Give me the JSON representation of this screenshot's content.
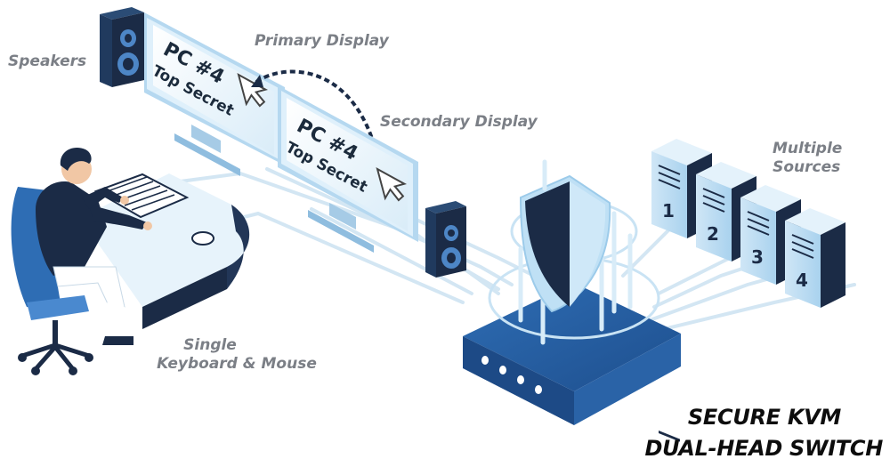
{
  "labels": {
    "speakers": "Speakers",
    "primary_display": "Primary Display",
    "secondary_display": "Secondary Display",
    "multiple_sources_line1": "Multiple",
    "multiple_sources_line2": "Sources",
    "keyboard_mouse_line1": "Single",
    "keyboard_mouse_line2": "Keyboard & Mouse"
  },
  "title": {
    "line1": "SECURE KVM",
    "line2": "DUAL-HEAD SWITCH"
  },
  "screens": {
    "primary": {
      "line1": "PC #4",
      "line2": "Top Secret"
    },
    "secondary": {
      "line1": "PC #4",
      "line2": "Top Secret"
    }
  },
  "sources": [
    "1",
    "2",
    "3",
    "4"
  ],
  "colors": {
    "navy": "#1b2b46",
    "blue": "#2e6db4",
    "light_blue": "#cfe6f6",
    "cable": "#cfe3f1",
    "label_gray": "#7b7f86"
  },
  "icons": [
    "speaker-icon",
    "monitor-icon",
    "cursor-icon",
    "shield-icon",
    "server-icon",
    "keyboard-icon",
    "mouse-icon",
    "chair-icon",
    "user-icon",
    "switch-icon"
  ]
}
